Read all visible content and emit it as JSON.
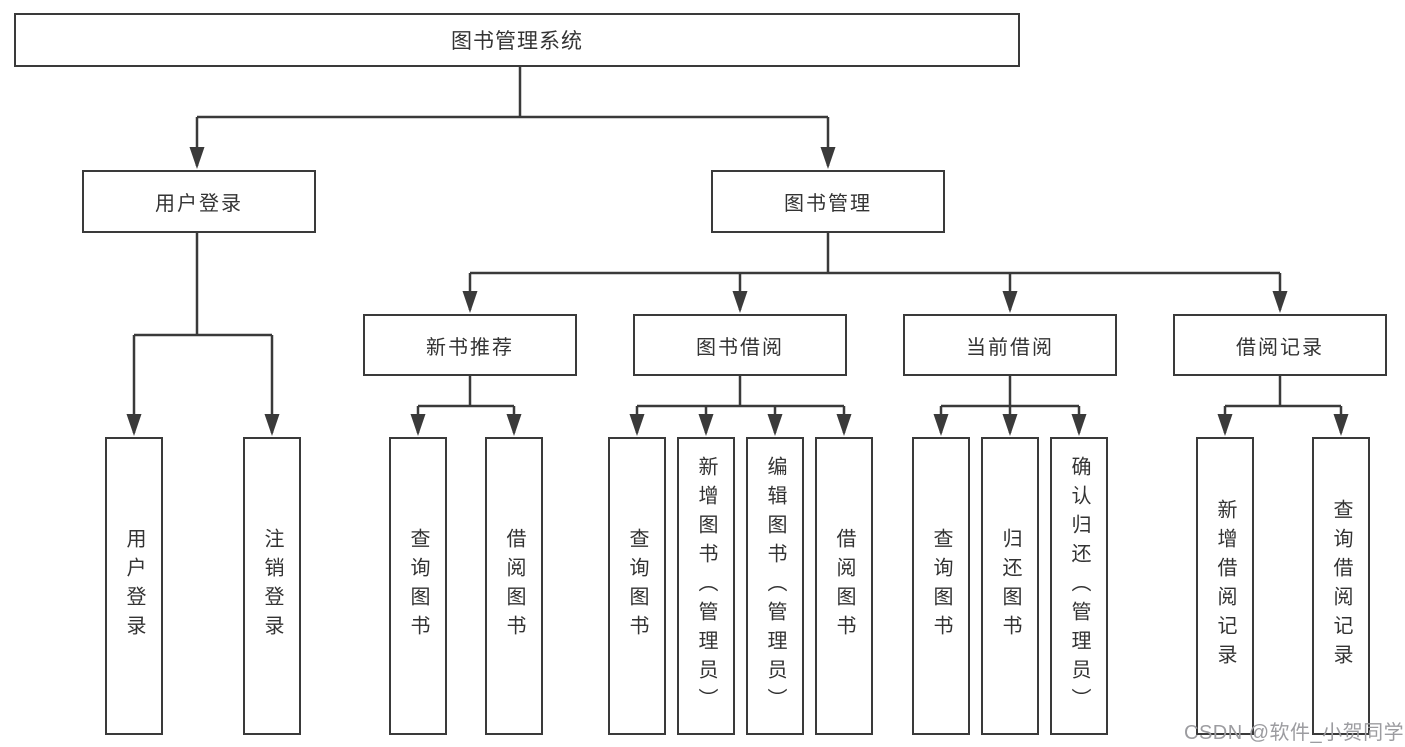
{
  "diagram": {
    "root": {
      "label": "图书管理系统"
    },
    "level2": [
      {
        "id": "user-login",
        "label": "用户登录"
      },
      {
        "id": "book-management",
        "label": "图书管理"
      }
    ],
    "level3": [
      {
        "id": "new-books",
        "label": "新书推荐"
      },
      {
        "id": "book-borrowing",
        "label": "图书借阅"
      },
      {
        "id": "current-borrowing",
        "label": "当前借阅"
      },
      {
        "id": "borrowing-records",
        "label": "借阅记录"
      }
    ],
    "leaves": {
      "user_login": [
        "用户登录",
        "注销登录"
      ],
      "new_books": [
        "查询图书",
        "借阅图书"
      ],
      "book_borrowing": [
        "查询图书",
        "新增图书（管理员）",
        "编辑图书（管理员）",
        "借阅图书"
      ],
      "current_borrowing": [
        "查询图书",
        "归还图书",
        "确认归还（管理员）"
      ],
      "borrowing_records": [
        "新增借阅记录",
        "查询借阅记录"
      ]
    }
  },
  "watermark": {
    "text": "CSDN @软件_小贺同学"
  },
  "colors": {
    "line_color": "#3a3a3a",
    "text_color": "#333333",
    "watermark_color": "#9c9ca0",
    "background_color": "#ffffff"
  }
}
